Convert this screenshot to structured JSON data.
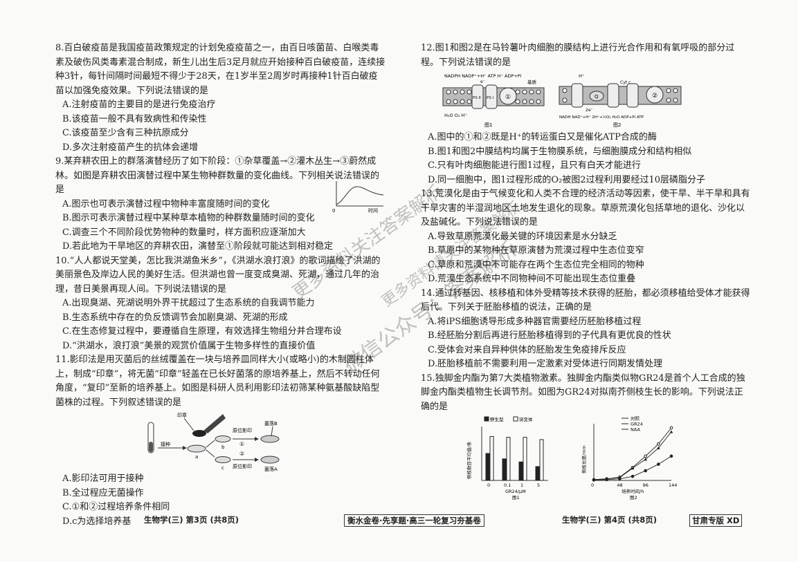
{
  "left": {
    "q8": {
      "stem": "8.百白破疫苗是我国疫苗政策规定的计划免疫疫苗之一，由百日咳菌苗、白喉类毒素及破伤风类毒素混合制成，新生儿出生后3足月就应开始接种百白破疫苗，连续接种3针，每针间隔时间最短不得少于28天，在1岁半至2周岁时再接种1针百白破疫苗以加强免疫效果。下列说法错误的是",
      "options": [
        "A.注射疫苗的主要目的是进行免疫治疗",
        "B.该疫苗一般不具有致病性和传染性",
        "C.该疫苗至少含有三种抗原成分",
        "D.多次注射疫苗产生的抗体会递增"
      ]
    },
    "q9": {
      "stem": "9.某弃耕农田上的群落演替经历了如下阶段：①杂草覆盖→②灌木丛生→③蔚然成林。如图是弃耕农田演替过程中某生物种群数量的变化曲线。下列相关说法错误的是",
      "options": [
        "A.图示也可表示演替过程中物种丰富度随时间的变化",
        "B.图示可表示演替过程中某种草本植物的种群数量随时间的变化",
        "C.调查三个不同阶段优势物种的数量时，样方面积应逐渐加大",
        "D.若此地为干旱地区的弃耕农田，演替至①阶段就可能达到相对稳定"
      ],
      "fig": {
        "origin": "0",
        "xlabel": "时间"
      }
    },
    "q10": {
      "stem": "10.“人人都说天堂美，怎比我洪湖鱼米乡”，《洪湖水浪打浪》的歌词描绘了洪湖的美丽景色及岸边人民的美好生活。但洪湖也曾一度变成臭湖、死湖，通过几年的治理，昔日美景再现人间。下列说法错误的是",
      "options": [
        "A.出现臭湖、死湖说明外界干扰超过了生态系统的自我调节能力",
        "B.生态系统中存在的负反馈调节会加剧臭湖、死湖的形成",
        "C.在生态修复过程中，要遵循自生原理，有效选择生物组分并合理布设",
        "D.“洪湖水，浪打浪”美景的观赏价值属于生物多样性的直接价值"
      ]
    },
    "q11": {
      "stem": "11.影印法是用灭菌后的丝绒覆盖在一块与培养皿同样大小(或略小)的木制圆柱体上，制成“印章”，将无菌“印章”轻盖在已长好菌落的原培养基上，然后不转动任何角度，“复印”至新的培养基上。如图是科研人员利用影印法初筛某种氨基酸缺陷型菌株的过程。下列叙述错误的是",
      "options": [
        "A.影印法可用于接种",
        "B.全过程应无菌操作",
        "C.①和②过程培养条件相同",
        "D.c为选择培养基"
      ],
      "fig": {
        "stamp": "印章",
        "inoc": "接种",
        "a": "a",
        "b": "b",
        "c": "c",
        "step1": "原位影印",
        "step2": "原位影印",
        "n1": "①",
        "n2": "②",
        "colB": "菌落B",
        "colA": "菌落A"
      }
    },
    "footer": "生物学(三) 第3页 (共8页)"
  },
  "center_footer": "衡水金卷·先享题·高三一轮复习夯基卷",
  "right": {
    "q12": {
      "stem": "12.图1和图2是在马铃薯叶肉细胞的膜结构上进行光合作用和有氧呼吸的部分过程。下列说法错误的是",
      "options": [
        "A.图中的①和②既是H⁺的转运蛋白又是催化ATP合成的酶",
        "B.图1和图2中膜结构均属于生物膜系统，与细胞膜成分和结构相似",
        "C.只有叶肉细胞能进行图1过程，且只有白天才能进行",
        "D.同一细胞中，图1过程形成的O₂被图2过程利用要经过10层磷脂分子"
      ],
      "fig1": {
        "top": "NADPH NADP⁺+H⁺ ATP H⁺ ADP+Pi",
        "stroma": "基质",
        "bottom": "H₂O  O₂ H⁺",
        "ps2": "PS II",
        "ps1": "PS I",
        "e": "e⁻",
        "n1": "①",
        "caption": "图1"
      },
      "fig2": {
        "h": "H⁺",
        "cytc": "Cyt c",
        "q": "Q",
        "e": "2e⁻",
        "bottom": "NADH  NAD⁺+H⁺   2H⁺+½O₂ H₂O  ADP+Pi ATP",
        "n2": "②",
        "caption": "图2"
      }
    },
    "q13": {
      "stem": "13.荒漠化是由于气候变化和人类不合理的经济活动等因素，使干旱、半干旱和具有干旱灾害的半湿润地区土地发生退化的现象。草原荒漠化包括草地的退化、沙化以及盐碱化。下列说法错误的是",
      "options": [
        "A.导致草原荒漠化最关键的环境因素是水分缺乏",
        "B.草原中的某物种在草原演替为荒漠过程中生态位变窄",
        "C.草原和荒漠中不可能存在两个生态位完全相同的物种",
        "D.荒漠生态系统中不同物种间不可能出现生态位重叠"
      ]
    },
    "q14": {
      "stem": "14.通过转基因、核移植和体外受精等技术获得的胚胎，都必须移植给受体才能获得后代。下列关于胚胎移植的说法，正确的是",
      "options": [
        "A.将iPS细胞诱导形成多种器官需要经历胚胎移植过程",
        "B.经胚胎分割后再进行胚胎移植得到的子代具有更优良的性状",
        "C.受体会对来自异种供体的胚胎发生免疫排斥反应",
        "D.胚胎移植前不需要利用一定激素对受体进行同期发情处理"
      ]
    },
    "q15": {
      "stem": "15.独脚金内酯为第7大类植物激素。独脚金内酯类似物GR24是首个人工合成的独脚金内酯类植物生长调节剂。如图为GR24对拟南芥侧枝生长的影响。下列说法正确的是"
    },
    "footer": "生物学(三) 第4页 (共8页)",
    "tag": "甘肃专版 XD"
  },
  "chart_data": [
    {
      "type": "bar",
      "caption": "图1",
      "categories": [
        "0",
        "0.1",
        "1",
        "5"
      ],
      "xlabel": "GR24/μM",
      "ylabel": "侧枝数目平均值/条",
      "series": [
        {
          "name": "野生型",
          "values": [
            3.5,
            2.8,
            2.4,
            1.8
          ]
        },
        {
          "name": "突变体",
          "values": [
            5.7,
            5.6,
            5.6,
            5.3
          ]
        }
      ],
      "ylim": [
        0,
        7
      ]
    },
    {
      "type": "line",
      "caption": "图2",
      "x": [
        0,
        24,
        48,
        72,
        96,
        120,
        144
      ],
      "xticks": [
        "0",
        "48",
        "96",
        "144"
      ],
      "xlabel": "培养时间/h",
      "ylabel": "侧枝长度/mm",
      "series": [
        {
          "name": "对照",
          "values": [
            0.1,
            0.2,
            0.4,
            1.6,
            3.0,
            4.5,
            6.5
          ]
        },
        {
          "name": "GR24",
          "values": [
            0.1,
            0.2,
            0.35,
            1.5,
            2.6,
            4.0,
            6.0
          ]
        },
        {
          "name": "NAA",
          "values": [
            0.05,
            0.1,
            0.2,
            0.5,
            1.2,
            2.0,
            3.0
          ]
        }
      ],
      "ylim": [
        0,
        7
      ]
    }
  ],
  "watermarks": [
    "更多资料关注答案解析",
    "微信公众号：答案解析",
    "更多资料请关注答案解析"
  ]
}
